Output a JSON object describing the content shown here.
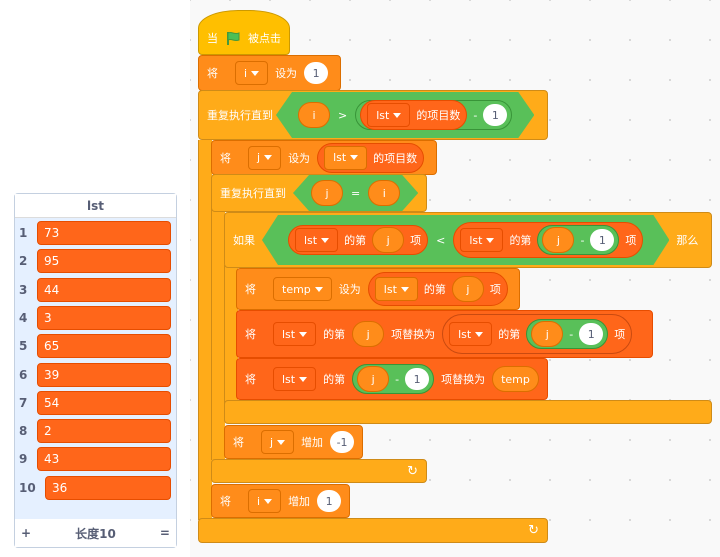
{
  "script": {
    "hat": {
      "when": "当",
      "clicked": "被点击"
    },
    "set_i": {
      "label": "将",
      "var": "i",
      "set_to": "设为",
      "value": "1"
    },
    "repeat_outer": {
      "label": "重复执行直到",
      "left": "i",
      "gt": ">",
      "list": "lst",
      "length_of": "的项目数",
      "minus": "-",
      "value": "1"
    },
    "set_j": {
      "label": "将",
      "var": "j",
      "set_to": "设为",
      "list": "lst",
      "length_of": "的项目数"
    },
    "repeat_inner": {
      "label": "重复执行直到",
      "left": "j",
      "eq": "=",
      "right": "i"
    },
    "if": {
      "label": "如果",
      "then": "那么",
      "list1": "lst",
      "item_of": "的第",
      "idx1": "j",
      "item": "项",
      "lt": "<",
      "list2": "lst",
      "idx2": "j",
      "minus": "-",
      "value": "1"
    },
    "set_temp": {
      "label": "将",
      "var": "temp",
      "set_to": "设为",
      "list": "lst",
      "item_of": "的第",
      "idx": "j",
      "item": "项"
    },
    "replace1": {
      "label": "将",
      "list": "lst",
      "item_of": "的第",
      "idx": "j",
      "replace_with": "项替换为",
      "list2": "lst",
      "idx2": "j",
      "minus": "-",
      "value": "1",
      "item": "项"
    },
    "replace2": {
      "label": "将",
      "list": "lst",
      "item_of": "的第",
      "idx": "j",
      "minus": "-",
      "value": "1",
      "replace_with": "项替换为",
      "with": "temp"
    },
    "change_j": {
      "label": "将",
      "var": "j",
      "change": "增加",
      "value": "-1"
    },
    "change_i": {
      "label": "将",
      "var": "i",
      "change": "增加",
      "value": "1"
    }
  },
  "monitor": {
    "title": "lst",
    "items": [
      {
        "i": "1",
        "v": "73"
      },
      {
        "i": "2",
        "v": "95"
      },
      {
        "i": "3",
        "v": "44"
      },
      {
        "i": "4",
        "v": "3"
      },
      {
        "i": "5",
        "v": "65"
      },
      {
        "i": "6",
        "v": "39"
      },
      {
        "i": "7",
        "v": "54"
      },
      {
        "i": "8",
        "v": "2"
      },
      {
        "i": "9",
        "v": "43"
      },
      {
        "i": "10",
        "v": "36"
      }
    ],
    "add": "+",
    "length": "长度10",
    "resize": "="
  }
}
